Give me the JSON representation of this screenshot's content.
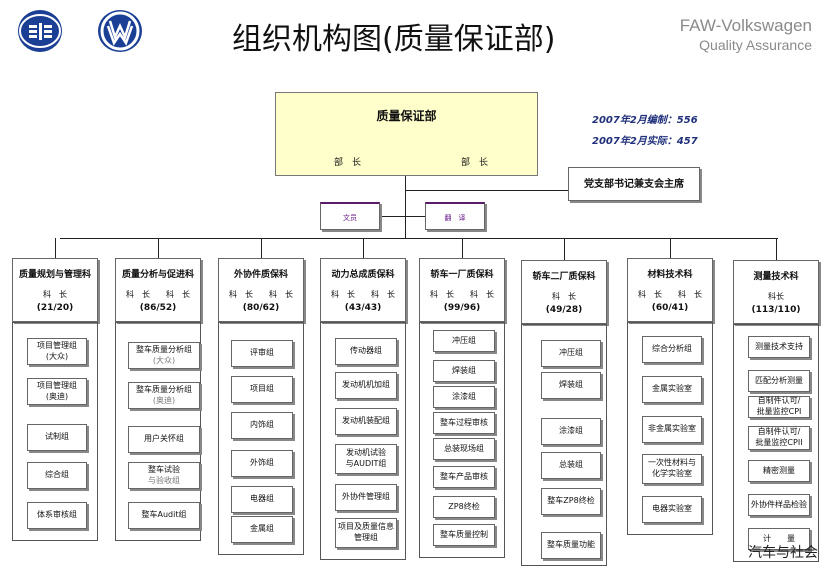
{
  "header": {
    "title": "组织机构图(质量保证部)",
    "brand_line1": "FAW-Volkswagen",
    "brand_line2": "Quality Assurance"
  },
  "root": {
    "title": "质量保证部",
    "manager_label_1": "部　长",
    "manager_label_2": "部　长"
  },
  "headcount": {
    "planned": "2007年2月编制：556",
    "actual": "2007年2月实际：457"
  },
  "party_secretary": "党支部书记兼支会主席",
  "aides": [
    "文员",
    "翻　译"
  ],
  "departments": [
    {
      "name": "质量规划与管理科",
      "managers": "科　长",
      "count": "(21/20)",
      "groups": [
        [
          "项目管理组",
          "(大众)"
        ],
        [
          "项目管理组",
          "(奥迪)"
        ],
        [
          "试制组"
        ],
        [
          "综合组"
        ],
        [
          "体系审核组"
        ]
      ]
    },
    {
      "name": "质量分析与促进科",
      "managers": "科　长　　科　长",
      "count": "(86/52)",
      "groups": [
        [
          "整车质量分析组",
          "(大众)"
        ],
        [
          "整车质量分析组",
          "(奥迪)"
        ],
        [
          "用户关怀组"
        ],
        [
          "整车试验",
          "与验收组"
        ],
        [
          "整车Audit组"
        ]
      ]
    },
    {
      "name": "外协件质保科",
      "managers": "科　长　　科　长",
      "count": "(80/62)",
      "groups": [
        [
          "评审组"
        ],
        [
          "项目组"
        ],
        [
          "内饰组"
        ],
        [
          "外饰组"
        ],
        [
          "电器组"
        ],
        [
          "金属组"
        ]
      ]
    },
    {
      "name": "动力总成质保科",
      "managers": "科　长　　科　长",
      "count": "(43/43)",
      "groups": [
        [
          "传动器组"
        ],
        [
          "发动机机加组"
        ],
        [
          "发动机装配组"
        ],
        [
          "发动机试验",
          "与AUDIT组"
        ],
        [
          "外协件管理组"
        ],
        [
          "项目及质量信息",
          "管理组"
        ]
      ]
    },
    {
      "name": "轿车一厂质保科",
      "managers": "科　长　　科　长",
      "count": "(99/96)",
      "groups": [
        [
          "冲压组"
        ],
        [
          "焊装组"
        ],
        [
          "涂漆组"
        ],
        [
          "整车过程审核"
        ],
        [
          "总装现场组"
        ],
        [
          "整车产品审核"
        ],
        [
          "ZP8终检"
        ],
        [
          "整车质量控制"
        ]
      ]
    },
    {
      "name": "轿车二厂质保科",
      "managers": "科　长",
      "count": "(49/28)",
      "groups": [
        [
          "冲压组"
        ],
        [
          "焊装组"
        ],
        [
          "涂漆组"
        ],
        [
          "总装组"
        ],
        [
          "整车ZP8终检"
        ],
        [
          "整车质量功能"
        ]
      ]
    },
    {
      "name": "材料技术科",
      "managers": "科　长　　科　长",
      "count": "(60/41)",
      "groups": [
        [
          "综合分析组"
        ],
        [
          "金属实验室"
        ],
        [
          "非金属实验室"
        ],
        [
          "一次性材料与",
          "化学实验室"
        ],
        [
          "电器实验室"
        ]
      ]
    },
    {
      "name": "测量技术科",
      "managers": "科长",
      "count": "(113/110)",
      "groups": [
        [
          "测量技术支持"
        ],
        [
          "匹配分析测量"
        ],
        [
          "自制件认可/",
          "批量监控CPI"
        ],
        [
          "自制件认可/",
          "批量监控CPII"
        ],
        [
          "精密测量"
        ],
        [
          "外协件样品检验"
        ],
        [
          "计　　量"
        ]
      ]
    }
  ],
  "watermark": "汽车与社会",
  "colors": {
    "root_fill": "#ffffcc",
    "meta_text": "#1f2f7a",
    "aide_accent": "#5a1a6a"
  }
}
